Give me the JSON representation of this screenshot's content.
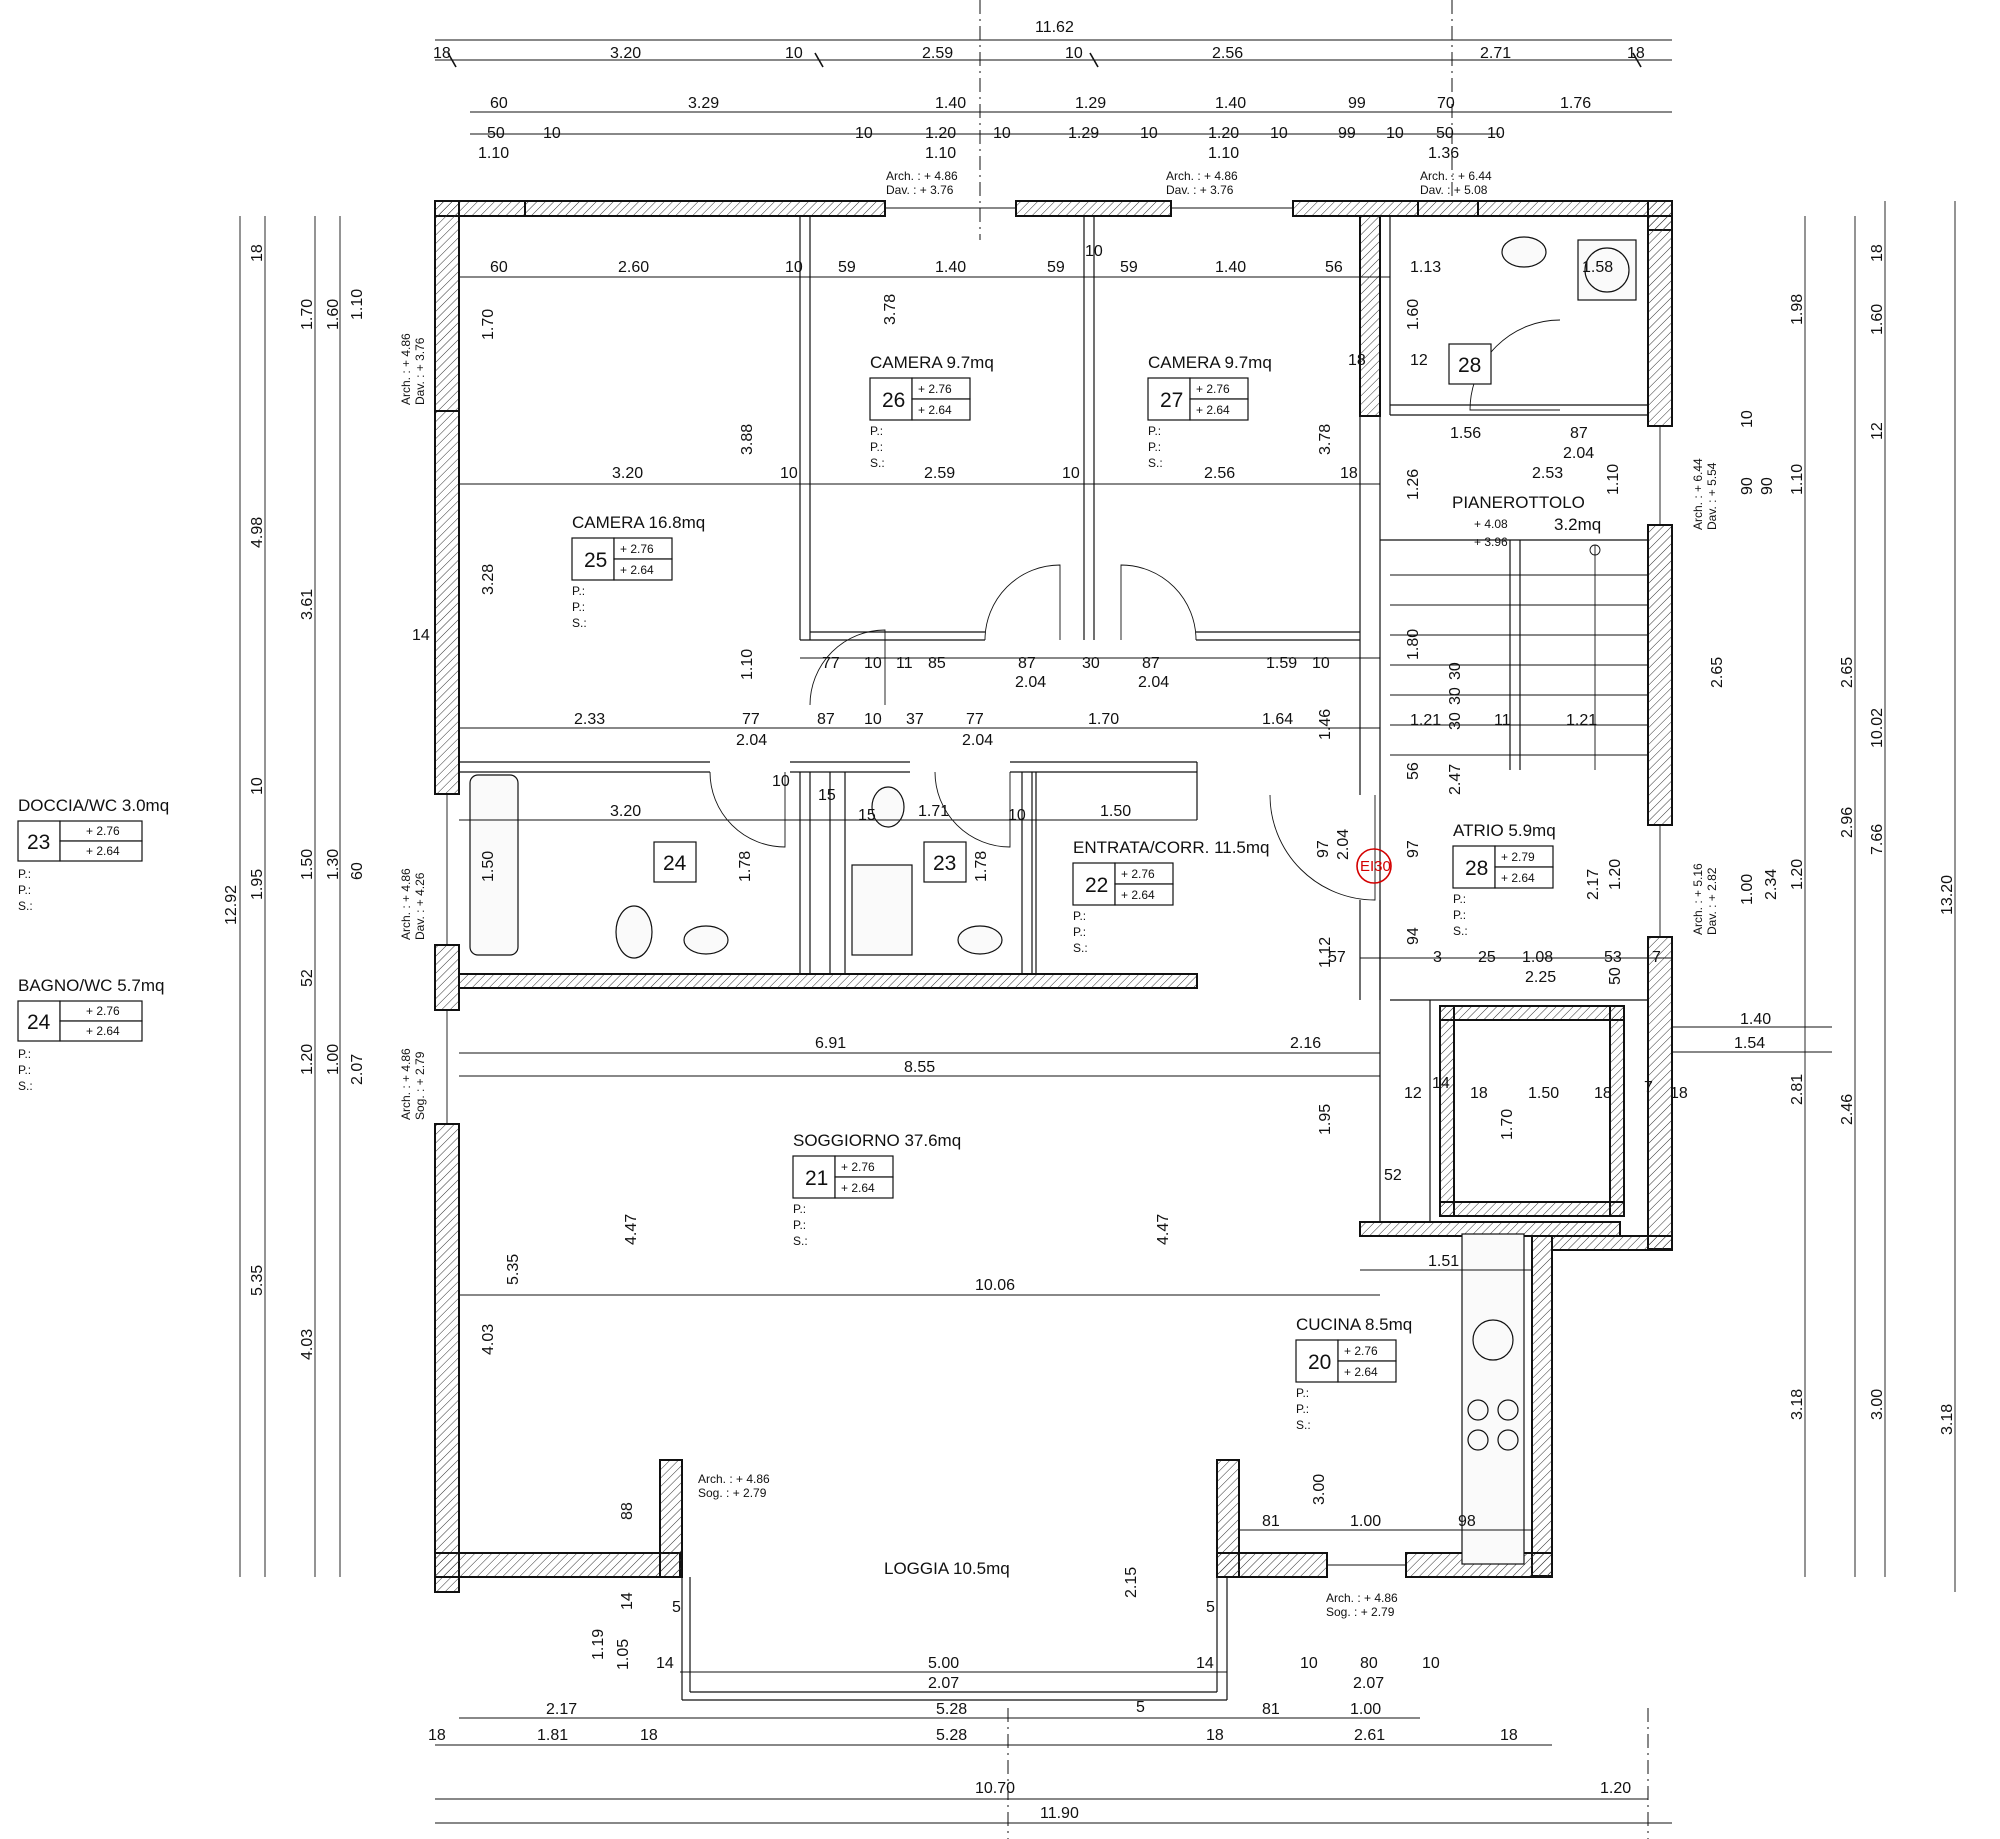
{
  "rooms": [
    {
      "key": "r25",
      "name": "CAMERA",
      "area": "16.8mq",
      "number": "25",
      "heights": [
        "+ 2.76",
        "+ 2.64"
      ],
      "notes": [
        "P.:",
        "P.:",
        "S.:"
      ]
    },
    {
      "key": "r26",
      "name": "CAMERA",
      "area": "9.7mq",
      "number": "26",
      "heights": [
        "+ 2.76",
        "+ 2.64"
      ],
      "notes": [
        "P.:",
        "P.:",
        "S.:"
      ]
    },
    {
      "key": "r27",
      "name": "CAMERA",
      "area": "9.7mq",
      "number": "27",
      "heights": [
        "+ 2.76",
        "+ 2.64"
      ],
      "notes": [
        "P.:",
        "P.:",
        "S.:"
      ]
    },
    {
      "key": "r22",
      "name": "ENTRATA/CORR.",
      "area": "11.5mq",
      "number": "22",
      "heights": [
        "+ 2.76",
        "+ 2.64"
      ],
      "notes": [
        "P.:",
        "P.:",
        "S.:"
      ]
    },
    {
      "key": "r28b",
      "name": "ATRIO",
      "area": "5.9mq",
      "number": "28",
      "heights": [
        "+ 2.79",
        "+ 2.64"
      ],
      "notes": [
        "P.:",
        "P.:",
        "S.:"
      ]
    },
    {
      "key": "r21",
      "name": "SOGGIORNO",
      "area": "37.6mq",
      "number": "21",
      "heights": [
        "+ 2.76",
        "+ 2.64"
      ],
      "notes": [
        "P.:",
        "P.:",
        "S.:"
      ]
    },
    {
      "key": "r20",
      "name": "CUCINA",
      "area": "8.5mq",
      "number": "20",
      "heights": [
        "+ 2.76",
        "+ 2.64"
      ],
      "notes": [
        "P.:",
        "P.:",
        "S.:"
      ]
    }
  ],
  "legend": [
    {
      "name": "DOCCIA/WC",
      "area": "3.0mq",
      "number": "23",
      "heights": [
        "+ 2.76",
        "+ 2.64"
      ],
      "notes": [
        "P.:",
        "P.:",
        "S.:"
      ]
    },
    {
      "name": "BAGNO/WC",
      "area": "5.7mq",
      "number": "24",
      "heights": [
        "+ 2.76",
        "+ 2.64"
      ],
      "notes": [
        "P.:",
        "P.:",
        "S.:"
      ]
    }
  ],
  "simple_rooms": {
    "r24": "24",
    "r23": "23",
    "r28a": "28"
  },
  "landing": {
    "name": "PIANEROTTOLO",
    "area": "3.2mq",
    "h1": "+ 4.08",
    "h2": "+ 3.96"
  },
  "loggia": {
    "name": "LOGGIA",
    "area": "10.5mq"
  },
  "fire_door": "EI30",
  "openings": [
    {
      "a": "Arch.  : + 4.86",
      "b": "Dav.   : + 3.76"
    },
    {
      "a": "Arch.  : + 4.86",
      "b": "Dav.   : + 3.76"
    },
    {
      "a": "Arch.  : + 6.44",
      "b": "Dav.   : + 5.08"
    },
    {
      "a": "Arch.  : + 4.86",
      "b": "Sog.   : + 2.79"
    },
    {
      "a": "Arch.  : + 4.86",
      "b": "Sog.   : + 2.79"
    }
  ],
  "side_openings": [
    {
      "a": "Arch. : + 4.86",
      "b": "Dav.  : + 3.76"
    },
    {
      "a": "Arch. : + 4.86",
      "b": "Dav.  : + 4.26"
    },
    {
      "a": "Arch. : + 4.86",
      "b": "Sog.  : + 2.79"
    },
    {
      "a": "Arch. : + 6.44",
      "b": "Dav.  : + 5.54"
    },
    {
      "a": "Arch. : + 5.16",
      "b": "Dav.  : + 2.82"
    }
  ],
  "top_dims": {
    "total": "11.62",
    "row1": [
      "18",
      "3.20",
      "10",
      "2.59",
      "10",
      "2.56",
      "2.71",
      "18"
    ],
    "row2": [
      "60",
      "3.29",
      "1.40",
      "1.29",
      "1.40",
      "99",
      "70",
      "1.76"
    ],
    "row3": [
      "50",
      "10",
      "10",
      "1.20",
      "10",
      "1.29",
      "10",
      "1.20",
      "10",
      "99",
      "10",
      "50",
      "10"
    ],
    "row4": [
      "1.10",
      "1.10",
      "1.10",
      "1.36"
    ]
  },
  "bottom_dims": {
    "row1": [
      "2.17",
      "5.28",
      "81",
      "1.00"
    ],
    "row2": [
      "18",
      "1.81",
      "18",
      "5.28",
      "18",
      "2.61",
      "18"
    ],
    "total1": "10.70",
    "total2": "1.20",
    "total3": "11.90"
  },
  "left_dims": {
    "total": "12.92",
    "a": "4.98",
    "b": "1.95",
    "c": "5.35",
    "d": "3.61",
    "e": "4.03",
    "f": "1.50",
    "g": "1.20",
    "h": "1.70",
    "i": "1.60",
    "j": "1.10",
    "k": "1.30",
    "l": "60",
    "m": "1.00",
    "n": "2.07",
    "o": "52",
    "p": "18",
    "q": "10",
    "r": "14"
  },
  "right_dims": {
    "total": "13.20",
    "a": "10.02",
    "b": "7.66",
    "c": "2.96",
    "d": "2.65",
    "e": "2.65",
    "f": "2.34",
    "g": "1.98",
    "h": "1.60",
    "i": "3.18",
    "j": "3.00",
    "k": "3.18",
    "l": "2.81",
    "m": "2.46",
    "n": "1.10",
    "o": "1.20",
    "p": "1.00",
    "q": "90",
    "r": "90",
    "s": "18",
    "t": "12",
    "u": "10"
  },
  "inner_dims": {
    "d1": "60",
    "d2": "2.60",
    "d3": "10",
    "d4": "59",
    "d5": "1.40",
    "d6": "59",
    "d7": "10",
    "d8": "59",
    "d9": "1.40",
    "d10": "56",
    "d11": "1.13",
    "d12": "1.58",
    "d13": "3.20",
    "d14": "10",
    "d15": "2.59",
    "d16": "10",
    "d17": "2.56",
    "d18": "18",
    "d19": "1.56",
    "d20": "87",
    "d21": "2.04",
    "d22": "2.53",
    "d23": "3.78",
    "d24": "3.88",
    "d25": "3.78",
    "d26": "3.28",
    "d27": "1.70",
    "d28": "1.60",
    "d29": "1.26",
    "d30": "1.10",
    "d31": "77",
    "d32": "10",
    "d33": "11",
    "d34": "85",
    "d35": "87",
    "d36": "2.04",
    "d37": "30",
    "d38": "87",
    "d39": "2.04",
    "d40": "1.59",
    "d41": "10",
    "d42": "2.33",
    "d43": "77",
    "d44": "2.04",
    "d45": "87",
    "d46": "10",
    "d47": "37",
    "d48": "77",
    "d49": "2.04",
    "d50": "1.70",
    "d51": "1.64",
    "d52": "1.46",
    "d53": "3.20",
    "d54": "1.71",
    "d55": "1.50",
    "d56": "1.78",
    "d57": "1.78",
    "d58": "1.50",
    "d59": "1.10",
    "d60": "1.80",
    "d61": "1.21",
    "d62": "11",
    "d63": "1.21",
    "d64": "30",
    "d65": "30",
    "d66": "30",
    "d67": "56",
    "d68": "2.47",
    "d69": "97",
    "d70": "2.04",
    "d71": "97",
    "d72": "2.17",
    "d73": "1.20",
    "d74": "94",
    "d75": "3",
    "d76": "25",
    "d77": "1.08",
    "d78": "53",
    "d79": "7",
    "d80": "2.25",
    "d81": "1.12",
    "d82": "57",
    "d83": "50",
    "d84": "6.91",
    "d85": "2.16",
    "d86": "8.55",
    "d87": "1.95",
    "d88": "1.40",
    "d89": "1.54",
    "d90": "12",
    "d91": "14",
    "d92": "18",
    "d93": "1.50",
    "d94": "18",
    "d95": "7",
    "d96": "18",
    "d97": "1.70",
    "d98": "52",
    "d99": "4.47",
    "d100": "4.47",
    "d101": "10.06",
    "d102": "1.51",
    "d103": "5.35",
    "d104": "4.03",
    "d105": "88",
    "d106": "2.15",
    "d107": "3.00",
    "d108": "81",
    "d109": "1.00",
    "d110": "98",
    "d111": "5.00",
    "d112": "2.07",
    "d113": "14",
    "d114": "14",
    "d115": "5",
    "d116": "5",
    "d117": "1.19",
    "d118": "1.05",
    "d119": "14",
    "d120": "5",
    "d121": "10",
    "d122": "80",
    "d123": "10",
    "d124": "2.07",
    "d125": "12",
    "d126": "18",
    "d127": "15",
    "d128": "15",
    "d129": "10",
    "d130": "10"
  }
}
